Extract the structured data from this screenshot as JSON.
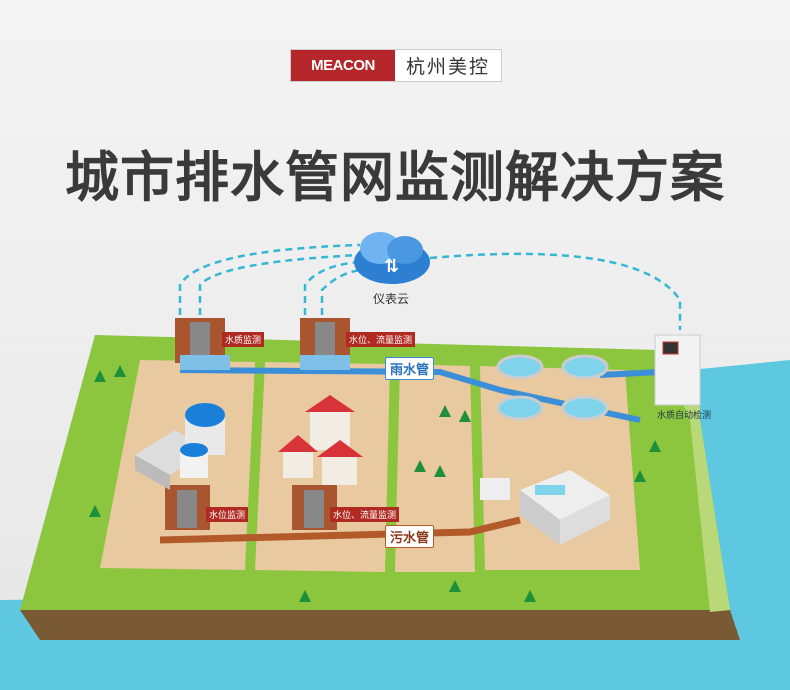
{
  "logo": {
    "brand": "MEACON",
    "name": "杭州美控"
  },
  "title": "城市排水管网监测解决方案",
  "cloud": {
    "label": "仪表云"
  },
  "stations": [
    {
      "label": "水质监测"
    },
    {
      "label": "水位、流量监测"
    },
    {
      "label": "水位监测"
    },
    {
      "label": "水位、流量监测"
    }
  ],
  "pipes": {
    "rain": "雨水管",
    "sewage": "污水管"
  },
  "cabinet": {
    "label": "水质自动检测"
  },
  "colors": {
    "brand": "#b5262a",
    "rain_pipe": "#3a8fd8",
    "sewage_pipe": "#b35a2a",
    "grass": "#8cc63f",
    "water": "#5ec8e0"
  }
}
